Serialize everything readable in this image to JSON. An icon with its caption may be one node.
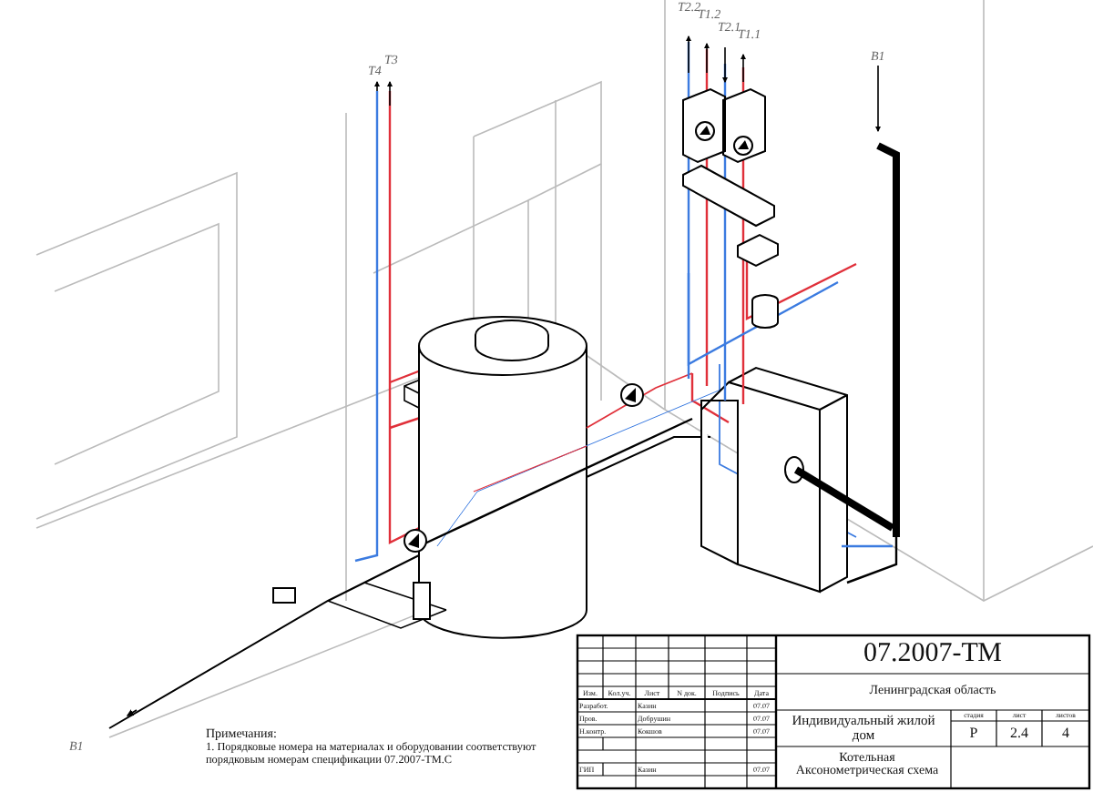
{
  "diagram": {
    "labels": [
      "Т4",
      "Т3",
      "Т2.2",
      "Т1.2",
      "Т2.1",
      "Т1.1",
      "В1",
      "В1",
      "Примечания:",
      "1. Порядковые номера на материалах и оборудовании соответствуют порядковым номерам спецификации 07.2007-ТМ.С",
      "07.2007-ТМ",
      "Ленинградская область",
      "Изм.",
      "Кол.уч.",
      "Лист",
      "N док.",
      "Подпись",
      "Дата",
      "Разработ.",
      "Казин",
      "07.07",
      "Пров.",
      "Добрушин",
      "07.07",
      "Н.контр.",
      "Кокшов",
      "07.07",
      "Индивидуальный жилой дом",
      "стадия",
      "лист",
      "листов",
      "Р",
      "2.4",
      "4",
      "ГИП",
      "Казин",
      "07.07",
      "Котельная Аксонометрическая схема"
    ]
  }
}
